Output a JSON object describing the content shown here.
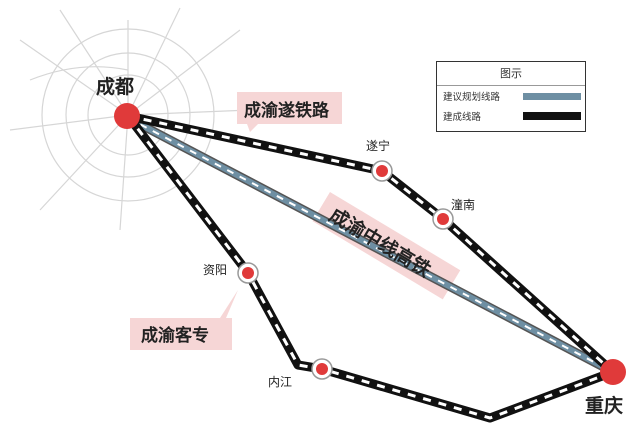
{
  "legend": {
    "title": "图示",
    "items": [
      {
        "label": "建议规划线路",
        "color": "#6e8fa3"
      },
      {
        "label": "建成线路",
        "color": "#111111"
      }
    ]
  },
  "cities": {
    "chengdu": "成都",
    "chongqing": "重庆",
    "suining": "遂宁",
    "tongnan": "潼南",
    "ziyang": "资阳",
    "neijiang": "内江"
  },
  "routes": {
    "chengyu_suining": "成渝遂铁路",
    "chengyu_central": "成渝中线高铁",
    "chengyu_passenger": "成渝客专"
  },
  "colors": {
    "station": "#e03a3a",
    "route_label_bg": "#f6d6d6",
    "built_line": "#111111",
    "planned_line": "#6e8fa3"
  }
}
